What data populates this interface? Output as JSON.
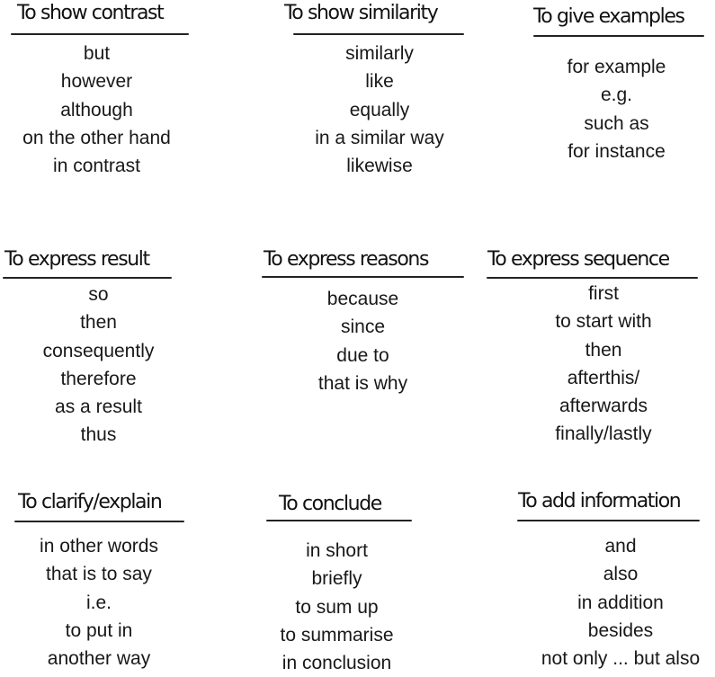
{
  "categories": [
    {
      "heading": "To show contrast",
      "items": [
        "but",
        "however",
        "although",
        "on the other hand",
        "in contrast"
      ]
    },
    {
      "heading": "To show similarity",
      "items": [
        "similarly",
        "like",
        "equally",
        "in a similar way",
        "likewise"
      ]
    },
    {
      "heading": "To give examples",
      "items": [
        "for example",
        "e.g.",
        "such as",
        "for instance"
      ]
    },
    {
      "heading": "To express result",
      "items": [
        "so",
        "then",
        "consequently",
        "therefore",
        "as a result",
        "thus"
      ]
    },
    {
      "heading": "To express reasons",
      "items": [
        "because",
        "since",
        "due to",
        "that is why"
      ]
    },
    {
      "heading": "To express sequence",
      "items": [
        "first",
        "to start with",
        "then",
        "afterthis/",
        "afterwards",
        "finally/lastly"
      ]
    },
    {
      "heading": "To clarify/explain",
      "items": [
        "in other words",
        "that is to say",
        "i.e.",
        "to put in",
        "another way"
      ]
    },
    {
      "heading": "To conclude",
      "items": [
        "in short",
        "briefly",
        "to sum up",
        "to summarise",
        "in conclusion"
      ]
    },
    {
      "heading": "To add information",
      "items": [
        "and",
        "also",
        "in addition",
        "besides",
        "not only ... but also"
      ]
    }
  ]
}
